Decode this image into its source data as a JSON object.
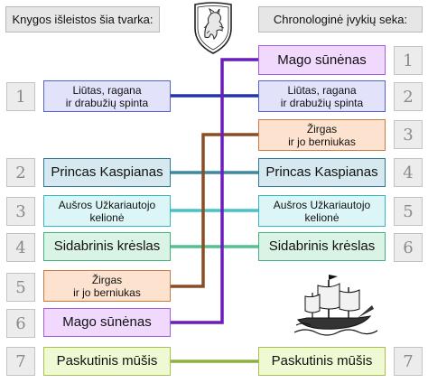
{
  "headers": {
    "left": "Knygos išleistos šia tvarka:",
    "right": "Chronologinė įvykių seka:"
  },
  "left_column": [
    {
      "number": "1",
      "line1": "Liūtas, ragana",
      "line2": "ir drabužių spinta",
      "color": "#5662cc"
    },
    {
      "number": "2",
      "line1": "Princas Kaspianas",
      "line2": "",
      "color": "#2f7a93"
    },
    {
      "number": "3",
      "line1": "Aušros Užkariautojo",
      "line2": "kelionė",
      "color": "#35b5bf"
    },
    {
      "number": "4",
      "line1": "Sidabrinis krėslas",
      "line2": "",
      "color": "#43b080"
    },
    {
      "number": "5",
      "line1": "Žirgas",
      "line2": "ir jo berniukas",
      "color": "#9a5a2a"
    },
    {
      "number": "6",
      "line1": "Mago sūnėnas",
      "line2": "",
      "color": "#6a1fb8"
    },
    {
      "number": "7",
      "line1": "Paskutinis mūšis",
      "line2": "",
      "color": "#86a63a"
    }
  ],
  "right_column": [
    {
      "number": "1",
      "line1": "Mago sūnėnas",
      "line2": ""
    },
    {
      "number": "2",
      "line1": "Liūtas, ragana",
      "line2": "ir drabužių spinta"
    },
    {
      "number": "3",
      "line1": "Žirgas",
      "line2": "ir jo berniukas"
    },
    {
      "number": "4",
      "line1": "Princas Kaspianas",
      "line2": ""
    },
    {
      "number": "5",
      "line1": "Aušros Užkariautojo",
      "line2": "kelionė"
    },
    {
      "number": "6",
      "line1": "Sidabrinis krėslas",
      "line2": ""
    },
    {
      "number": "7",
      "line1": "Paskutinis mūšis",
      "line2": ""
    }
  ],
  "icons": {
    "top": "shield-crest-icon",
    "bottom": "sailing-ship-icon"
  }
}
